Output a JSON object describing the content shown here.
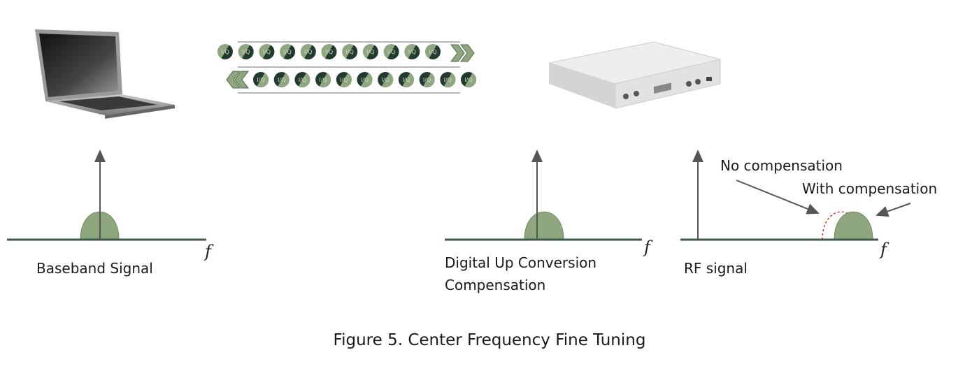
{
  "labels": {
    "baseband": "Baseband Signal",
    "duc_line1": "Digital Up Conversion",
    "duc_line2": "Compensation",
    "rf": "RF signal",
    "no_comp": "No compensation",
    "with_comp": "With compensation",
    "freq_symbol": "f"
  },
  "iq_stream": {
    "symbol_text": "I/Q",
    "top_count": 11,
    "bottom_count": 11
  },
  "caption": "Figure 5. Center Frequency Fine Tuning",
  "colors": {
    "green": "#8ea77e",
    "dark": "#233a2f",
    "axis": "#3c5a48",
    "arrow": "#555555",
    "red": "#e0303a"
  }
}
